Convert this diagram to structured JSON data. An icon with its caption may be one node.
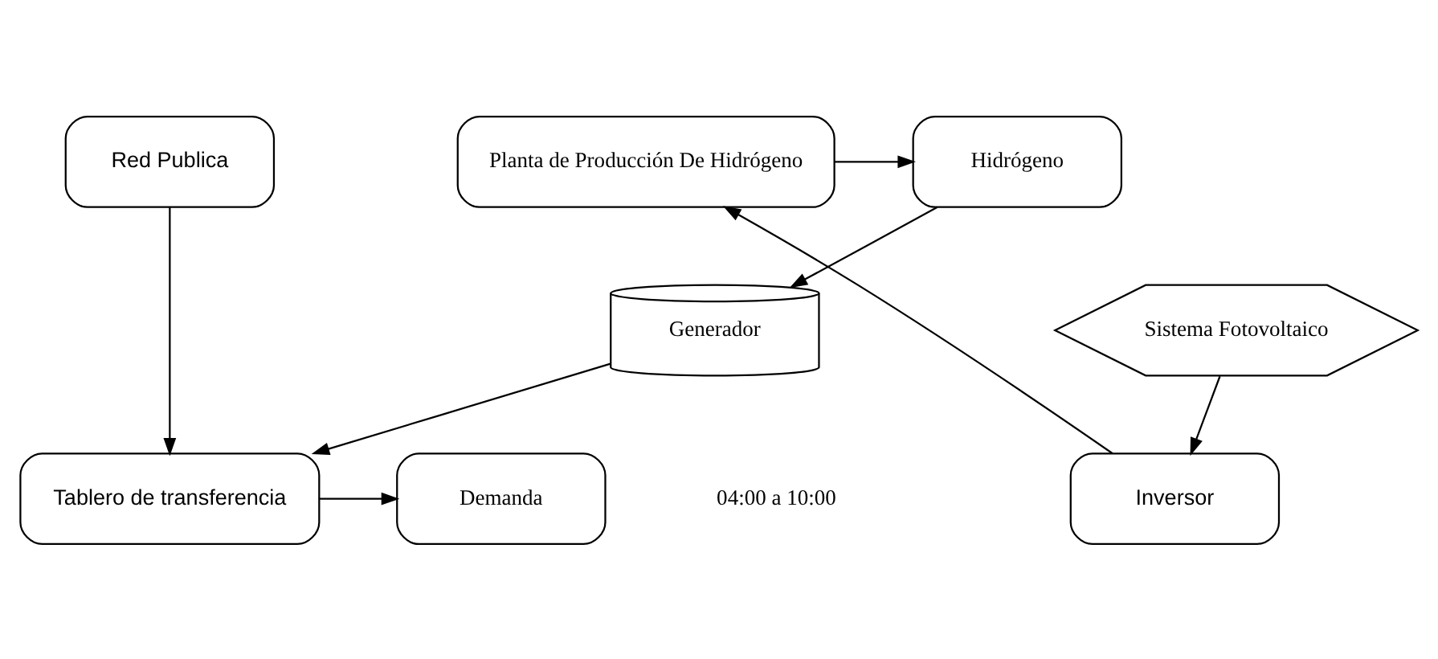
{
  "diagram": {
    "nodes": [
      {
        "text": [
          "Hidrógeno"
        ]
      },
      {
        "text": [
          "Planta de Producción De Hidrógeno"
        ]
      },
      {
        "text": [
          "Red Publica"
        ]
      },
      {
        "text": [
          "Inversor"
        ]
      },
      {
        "text": [
          "Tablero de transferencia"
        ]
      },
      {
        "text": [
          "Demanda"
        ]
      },
      {
        "text": [
          "Sistema Fotovoltaico"
        ]
      },
      {
        "text": [
          "Generador"
        ]
      }
    ],
    "edges": [
      {
        "from": 1,
        "to": 0,
        "arrow": "to"
      },
      {
        "from": 0,
        "to": 7,
        "arrow": "to"
      },
      {
        "from": 3,
        "to": 1,
        "arrow": "to"
      },
      {
        "from": 6,
        "to": 3,
        "arrow": "to"
      },
      {
        "from": 2,
        "to": 4,
        "arrow": "to"
      },
      {
        "from": 4,
        "to": 5,
        "arrow": "to"
      },
      {
        "from": 7,
        "to": 4,
        "arrow": "to"
      }
    ],
    "labels": [
      "04:00 a 10:00"
    ]
  }
}
